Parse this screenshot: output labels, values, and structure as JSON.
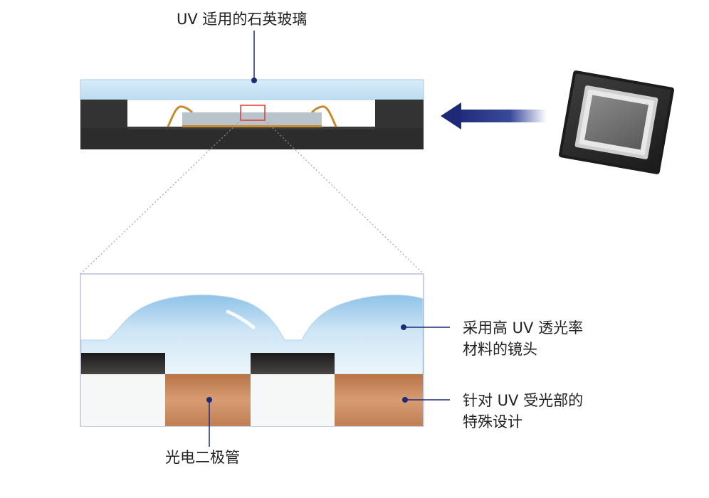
{
  "labels": {
    "quartz_glass": "UV 适用的石英玻璃",
    "lens_line1": "采用高 UV 透光率",
    "lens_line2": "材料的镜头",
    "receiver_line1": "针对 UV 受光部的",
    "receiver_line2": "特殊设计",
    "photodiode": "光电二极管"
  },
  "colors": {
    "callout_line": "#1e2a78",
    "arrow": "#1e2a78",
    "glass": "#cfe6f6",
    "package_body": "#2e2e2e",
    "highlight_box": "#e0392b",
    "photodiode": "#c9855a",
    "wire": "#c88a2e"
  },
  "icons": {
    "sensor_chip": "image-sensor-chip-icon",
    "direction_arrow": "arrow-left-icon"
  }
}
